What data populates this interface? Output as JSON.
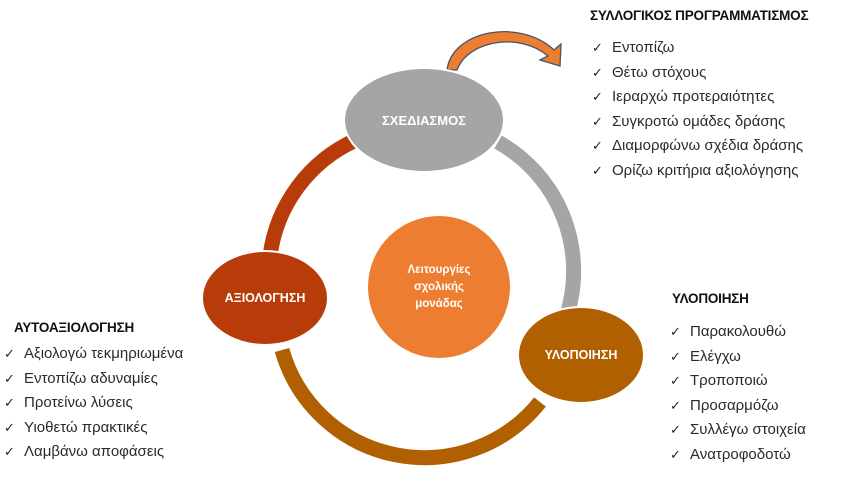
{
  "diagram": {
    "center": {
      "label": "Λειτουργίες σχολικής μονάδας",
      "lines": [
        "Λειτουργίες",
        "σχολικής",
        "μονάδας"
      ],
      "color": "#ED7D31"
    },
    "nodes": [
      {
        "id": "planning",
        "label": "ΣΧΕΔΙΑΣΜΟΣ",
        "color": "#A5A5A5"
      },
      {
        "id": "implementation",
        "label": "ΥΛΟΠΟΙΗΣΗ",
        "color": "#B06000"
      },
      {
        "id": "evaluation",
        "label": "ΑΞΙΟΛΟΓΗΣΗ",
        "color": "#B83C0A"
      }
    ],
    "arcs": [
      {
        "from": "planning",
        "to": "implementation",
        "color": "#A5A5A5"
      },
      {
        "from": "implementation",
        "to": "evaluation",
        "color": "#B06000"
      },
      {
        "from": "evaluation",
        "to": "planning",
        "color": "#B83C0A"
      }
    ],
    "arrow": {
      "from": "planning",
      "to": "collective-planning-panel",
      "fill": "#ED7D31",
      "stroke": "#44546A"
    }
  },
  "panels": {
    "collective_planning": {
      "title": "ΣΥΛΛΟΓΙΚΟΣ ΠΡΟΓΡΑΜΜΑΤΙΣΜΟΣ",
      "items": [
        "Εντοπίζω",
        "Θέτω στόχους",
        "Ιεραρχώ προτεραιότητες",
        "Συγκροτώ ομάδες δράσης",
        "Διαμορφώνω σχέδια δράσης",
        "Ορίζω κριτήρια αξιολόγησης"
      ]
    },
    "implementation": {
      "title": "ΥΛΟΠΟΙΗΣΗ",
      "items": [
        "Παρακολουθώ",
        "Ελέγχω",
        "Τροποποιώ",
        "Προσαρμόζω",
        "Συλλέγω στοιχεία",
        "Ανατροφοδοτώ"
      ]
    },
    "self_evaluation": {
      "title": "ΑΥΤΟΑΞΙΟΛΟΓΗΣΗ",
      "items": [
        "Αξιολογώ τεκμηριωμένα",
        "Εντοπίζω αδυναμίες",
        "Προτείνω λύσεις",
        "Υιοθετώ πρακτικές",
        "Λαμβάνω αποφάσεις"
      ]
    }
  },
  "icons": {
    "check": "✓"
  }
}
